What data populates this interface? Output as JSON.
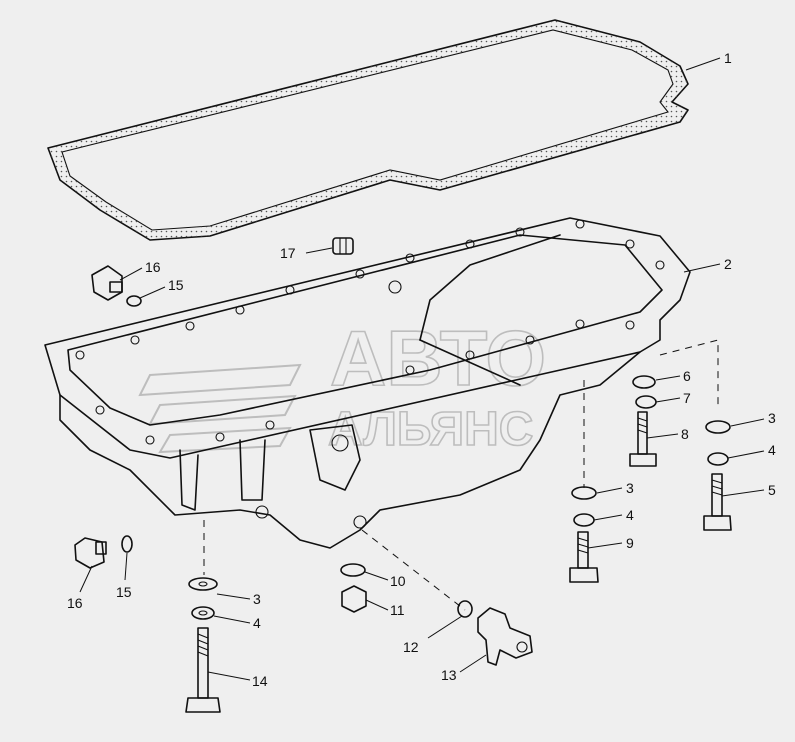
{
  "watermark": {
    "line1": "АВТО",
    "line2": "АЛЬЯНС"
  },
  "callouts": [
    {
      "id": "c1",
      "label": "1",
      "part": "gasket"
    },
    {
      "id": "c2",
      "label": "2",
      "part": "oil-pan"
    },
    {
      "id": "c3a",
      "label": "3",
      "part": "washer"
    },
    {
      "id": "c3b",
      "label": "3",
      "part": "washer"
    },
    {
      "id": "c3c",
      "label": "3",
      "part": "washer"
    },
    {
      "id": "c4a",
      "label": "4",
      "part": "lock-washer"
    },
    {
      "id": "c4b",
      "label": "4",
      "part": "lock-washer"
    },
    {
      "id": "c4c",
      "label": "4",
      "part": "lock-washer"
    },
    {
      "id": "c5",
      "label": "5",
      "part": "bolt"
    },
    {
      "id": "c6",
      "label": "6",
      "part": "washer"
    },
    {
      "id": "c7",
      "label": "7",
      "part": "lock-washer"
    },
    {
      "id": "c8",
      "label": "8",
      "part": "bolt"
    },
    {
      "id": "c9",
      "label": "9",
      "part": "bolt"
    },
    {
      "id": "c10",
      "label": "10",
      "part": "washer"
    },
    {
      "id": "c11",
      "label": "11",
      "part": "nut"
    },
    {
      "id": "c12",
      "label": "12",
      "part": "seal-ring"
    },
    {
      "id": "c13",
      "label": "13",
      "part": "fitting"
    },
    {
      "id": "c14",
      "label": "14",
      "part": "stud"
    },
    {
      "id": "c15a",
      "label": "15",
      "part": "seal-ring"
    },
    {
      "id": "c15b",
      "label": "15",
      "part": "seal-ring"
    },
    {
      "id": "c16a",
      "label": "16",
      "part": "drain-plug"
    },
    {
      "id": "c16b",
      "label": "16",
      "part": "drain-plug"
    },
    {
      "id": "c17",
      "label": "17",
      "part": "plug"
    }
  ]
}
